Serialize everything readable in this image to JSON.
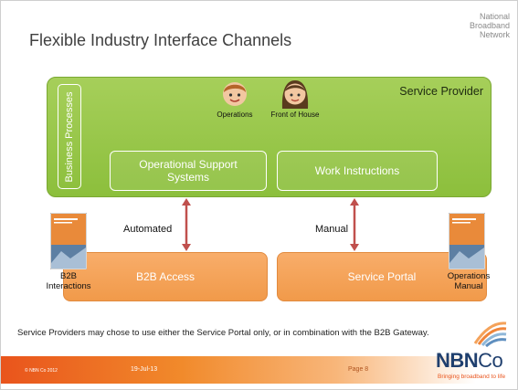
{
  "slide": {
    "title": "Flexible Industry Interface Channels",
    "corner_lines": [
      "National",
      "Broadband",
      "Network"
    ]
  },
  "diagram": {
    "service_provider": "Service Provider",
    "business_processes": "Business Processes",
    "oss": "Operational Support Systems",
    "work_instructions": "Work Instructions",
    "personas": {
      "operations": "Operations",
      "front_of_house": "Front of House"
    },
    "b2b_access": "B2B Access",
    "service_portal": "Service Portal",
    "automated": "Automated",
    "manual": "Manual",
    "left_doc": "B2B Interactions",
    "right_doc": "Operations Manual"
  },
  "note": "Service Providers may chose to use either the Service Portal only, or in combination with the B2B Gateway.",
  "footer": {
    "copyright": "© NBN Co 2012",
    "date": "19-Jul-13",
    "page": "Page 8"
  },
  "logo": {
    "nbn": "NBN",
    "co": "Co",
    "tagline": "Bringing broadband to life"
  },
  "colors": {
    "green": "#9cc94c",
    "orange": "#f4a25a",
    "arrow": "#c0504d",
    "brand_orange": "#e9541c",
    "brand_navy": "#1f3f6e"
  }
}
